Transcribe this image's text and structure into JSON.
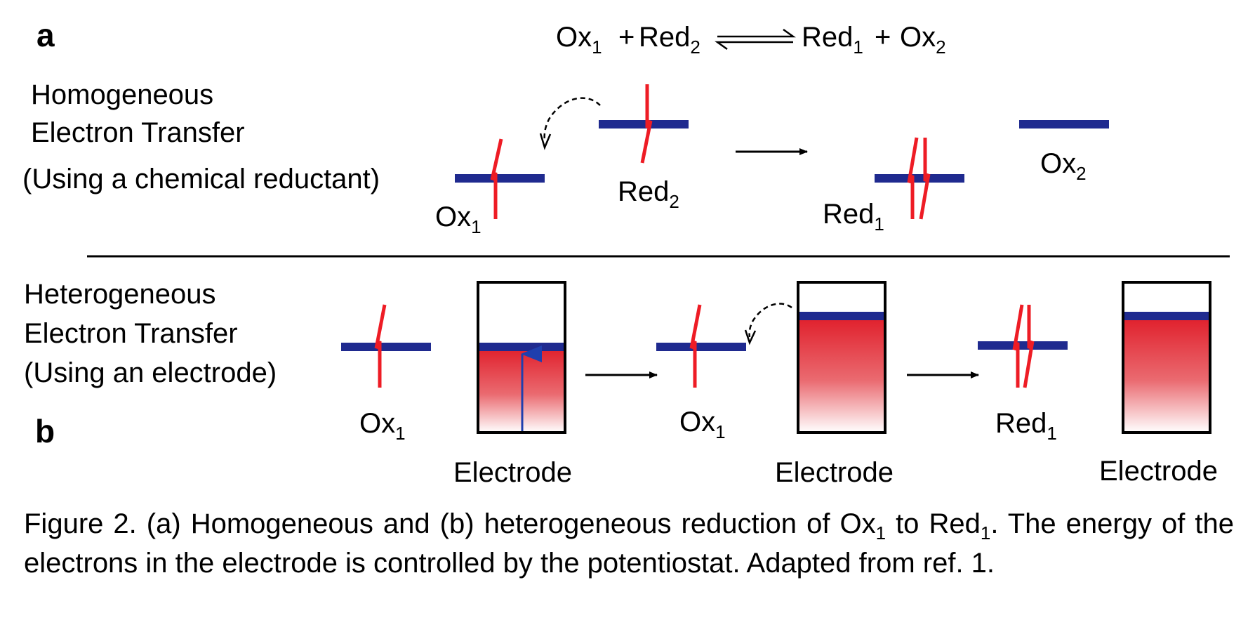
{
  "panels": {
    "a": {
      "letter": "a",
      "title_lines": [
        "Homogeneous",
        "Electron Transfer",
        "(Using a chemical reductant)"
      ],
      "equation": {
        "left1": "Ox",
        "left1_sub": "1",
        "plus1": "+",
        "left2": "Red",
        "left2_sub": "2",
        "right1": "Red",
        "right1_sub": "1",
        "plus2": "+",
        "right2": "Ox",
        "right2_sub": "2"
      },
      "labels": [
        {
          "base": "Ox",
          "sub": "1"
        },
        {
          "base": "Red",
          "sub": "2"
        },
        {
          "base": "Red",
          "sub": "1"
        },
        {
          "base": "Ox",
          "sub": "2"
        }
      ]
    },
    "b": {
      "letter": "b",
      "title_lines": [
        "Heterogeneous",
        "Electron Transfer",
        "(Using an electrode)"
      ],
      "labels": [
        {
          "base": "Ox",
          "sub": "1"
        },
        {
          "base": "Ox",
          "sub": "1"
        },
        {
          "base": "Red",
          "sub": "1"
        }
      ],
      "electrode_labels": [
        "Electrode",
        "Electrode",
        "Electrode"
      ]
    }
  },
  "caption": {
    "t1": "Figure 2. (a) Homogeneous and (b) heterogeneous reduction of Ox",
    "s1": "1",
    "t2": " to Red",
    "s2": "1",
    "t3": ". The energy of the electrons in the electrode is controlled by the potentiostat. Adapted from ref. 1."
  },
  "colors": {
    "level": "#1f2a8f",
    "electron": "#ee1c25",
    "arrow": "#000000",
    "electrode_fill": "#e01e2a",
    "up_arrow": "#1f3fae"
  }
}
